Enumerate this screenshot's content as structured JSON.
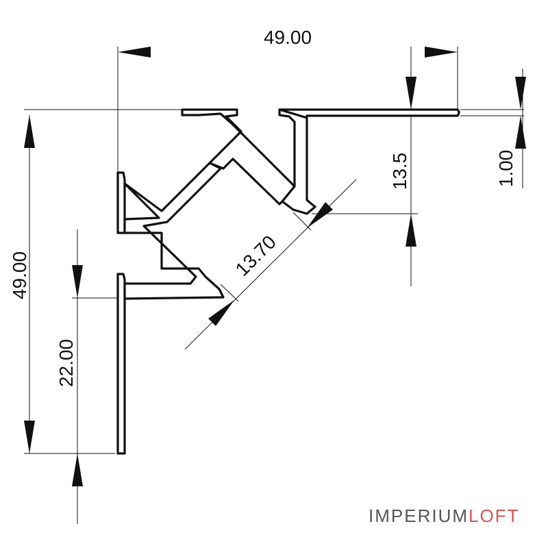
{
  "drawing": {
    "dimensions": {
      "overall_width": "49.00",
      "overall_height": "49.00",
      "flange_thickness": "1.00",
      "inner_height": "13.5",
      "diagonal_depth": "13.70",
      "lower_leg": "22.00"
    },
    "logo": {
      "part1": "IMPERIUM",
      "part2": "LOFT",
      "color_part1": "#555555",
      "color_part2": "#d9534f"
    }
  }
}
